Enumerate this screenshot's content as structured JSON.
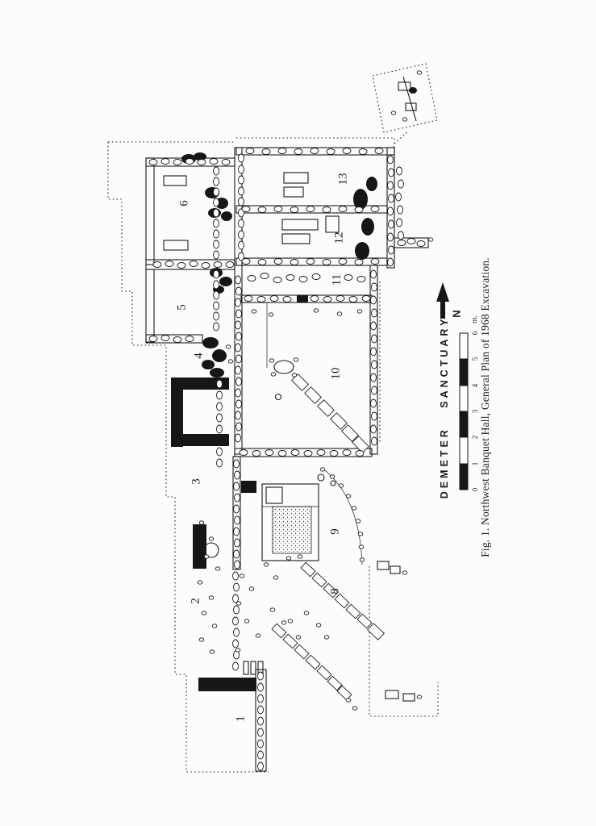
{
  "figure": {
    "caption": "Fig. 1. Northwest Banquet Hall, General Plan of 1968 Excavation."
  },
  "scale_bar": {
    "title": "DEMETER SANCTUARY",
    "ticks": [
      "0",
      "1",
      "2",
      "3",
      "4",
      "5",
      "6"
    ],
    "unit": "m.",
    "north_label": "N"
  },
  "plan": {
    "room_labels": [
      "1",
      "2",
      "3",
      "4",
      "5",
      "6",
      "8",
      "9",
      "10",
      "11",
      "12",
      "13"
    ]
  },
  "colors": {
    "ink": "#1a1a1a",
    "paper": "#fcfcfa"
  }
}
